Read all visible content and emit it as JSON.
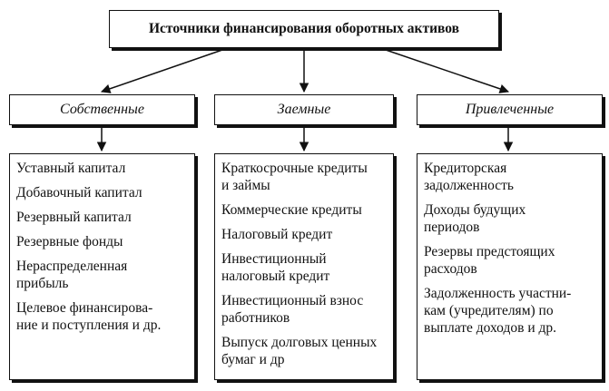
{
  "title": "Источники финансирования оборотных активов",
  "categories": [
    {
      "label": "Собственные",
      "items": [
        "Уставный капитал",
        "Добавочный капитал",
        "Резервный капитал",
        "Резервные фонды",
        "Нераспределенная\nприбыль",
        "Целевое финансирова-\nние и поступления и др."
      ]
    },
    {
      "label": "Заемные",
      "items": [
        "Краткосрочные кредиты\nи займы",
        "Коммерческие кредиты",
        "Налоговый кредит",
        "Инвестиционный\nналоговый кредит",
        "Инвестиционный взнос\nработников",
        "Выпуск долговых ценных\nбумаг и др"
      ]
    },
    {
      "label": "Привлеченные",
      "items": [
        "Кредиторская\nзадолженность",
        "Доходы будущих\nпериодов",
        "Резервы предстоящих\nрасходов",
        "Задолженность участни-\nкам (учредителям) по\nвыплате доходов и др."
      ]
    }
  ]
}
